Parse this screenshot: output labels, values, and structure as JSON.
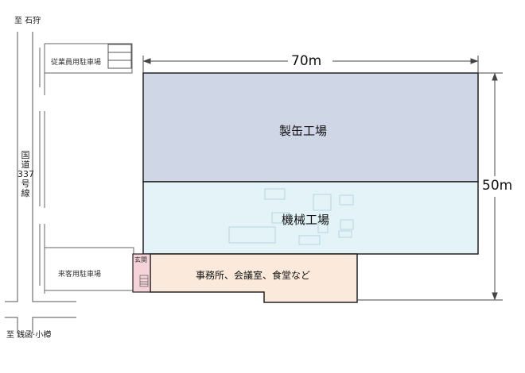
{
  "directions": {
    "north": "至 石狩",
    "south": "至 銭函·小樽"
  },
  "road": {
    "chars": [
      "国",
      "道",
      "337",
      "号",
      "線"
    ]
  },
  "parking": {
    "staff": "従業員用駐車場",
    "visitor": "来客用駐車場"
  },
  "buildings": {
    "can_factory": "製缶工場",
    "machine_factory": "機械工場",
    "office": "事務所、会議室、食堂など",
    "entrance": "玄関"
  },
  "dimensions": {
    "width": "70m",
    "height": "50m"
  },
  "colors": {
    "can_factory": "#cfd7e6",
    "machine_factory": "#e3f3f8",
    "office": "#fbeadb",
    "entrance": "#f5d3d9"
  }
}
